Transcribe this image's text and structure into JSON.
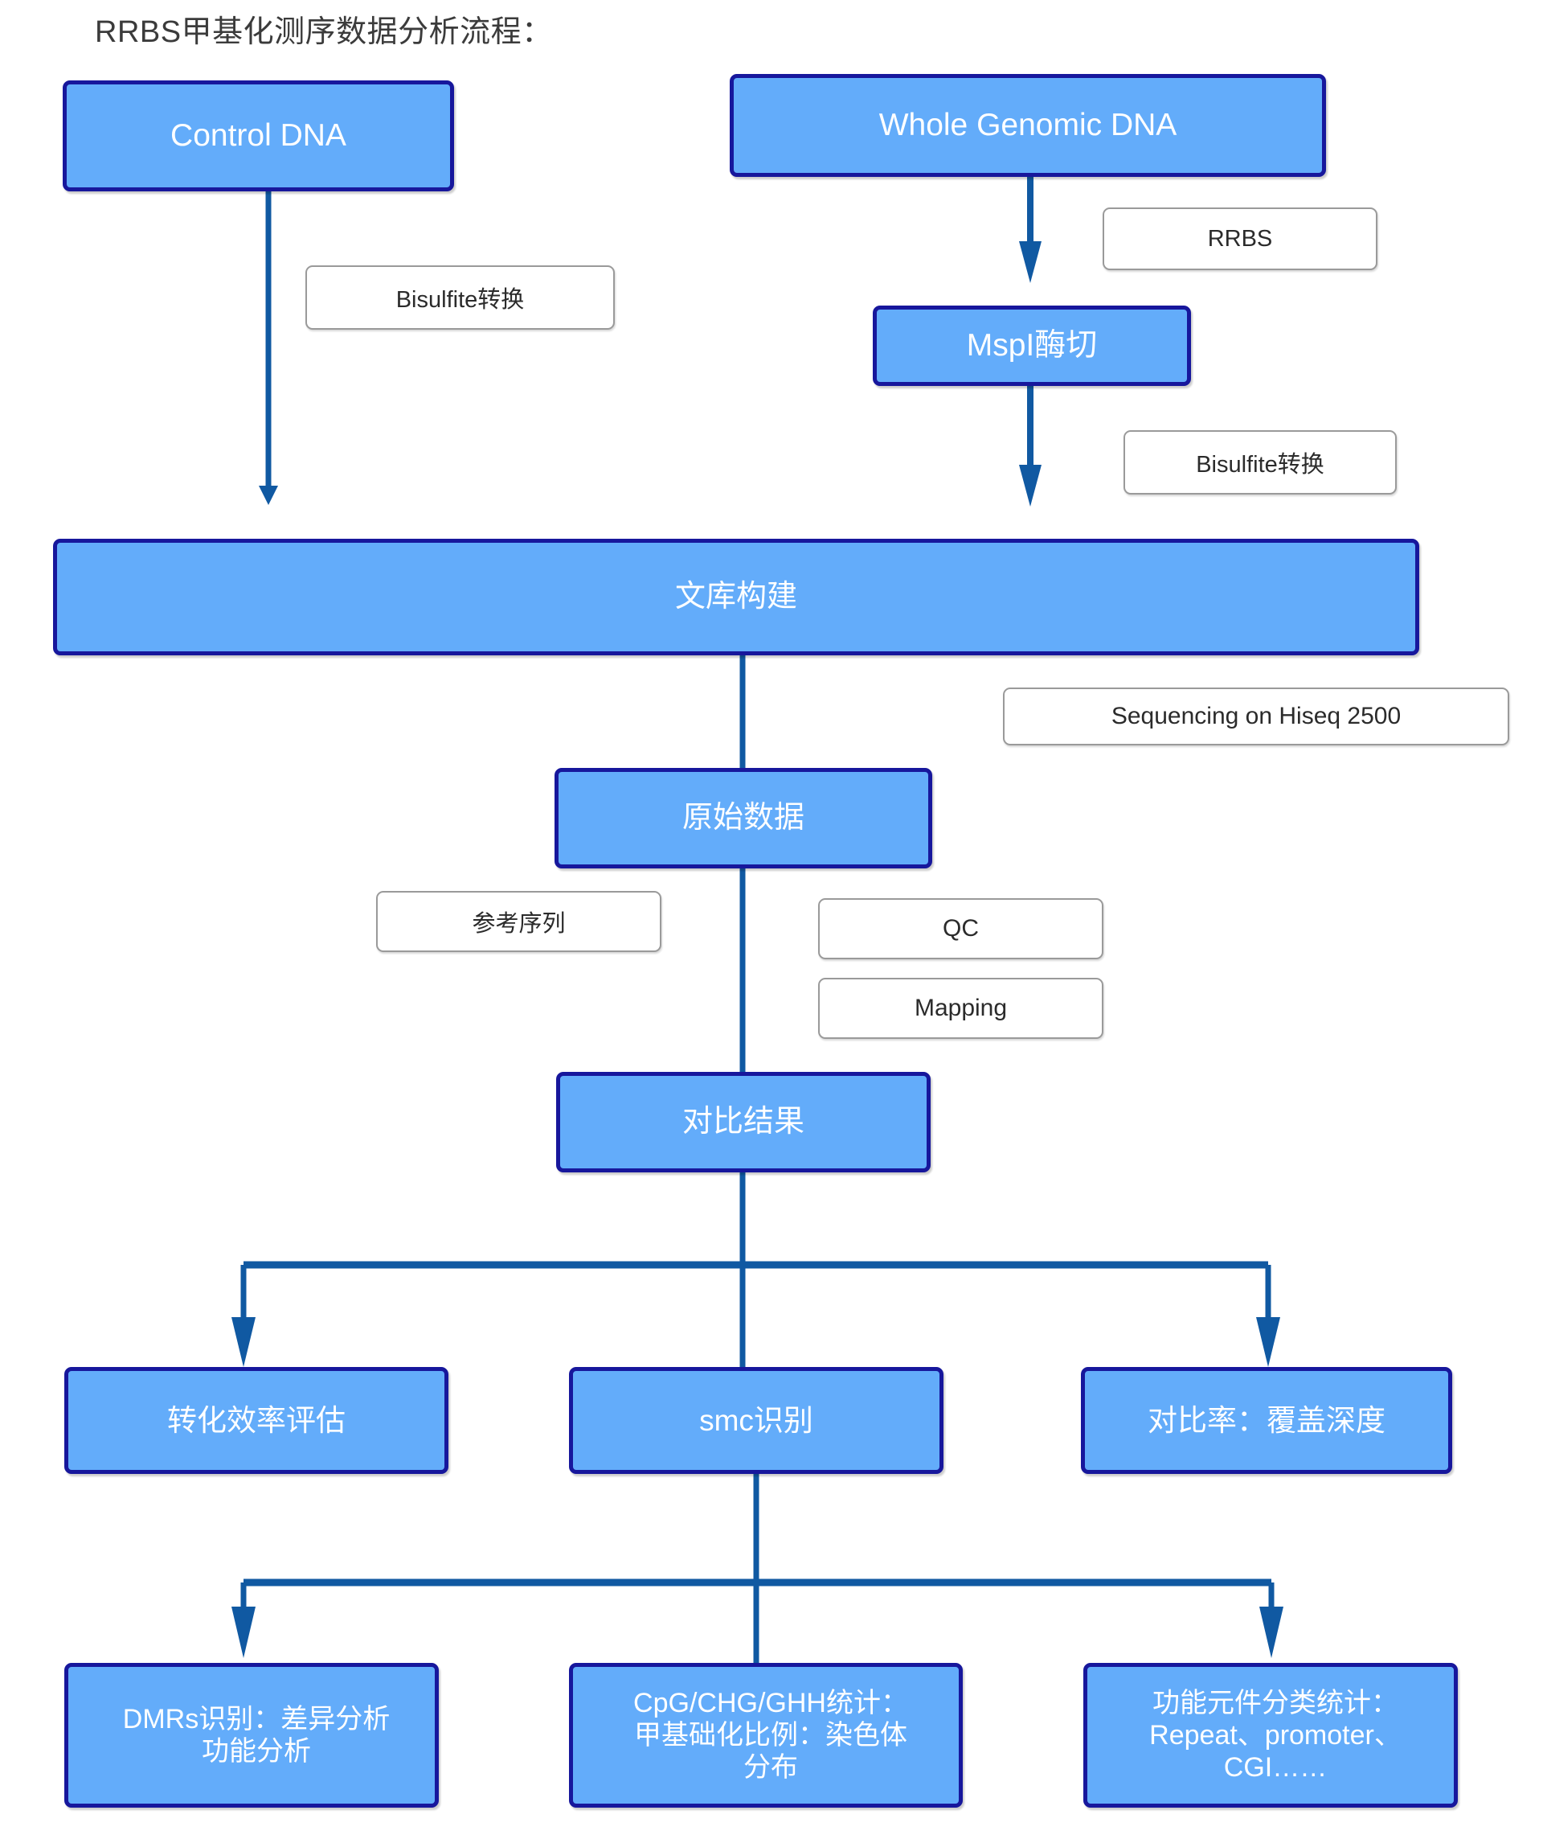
{
  "title": "RRBS甲基化测序数据分析流程：",
  "colors": {
    "node_fill": "#63ACFA",
    "node_border": "#17179c",
    "node_text": "#ffffff",
    "label_border": "#9a9a9a",
    "label_text": "#2b2b2b",
    "connector": "#1059a2",
    "background": "#ffffff"
  },
  "nodes": {
    "control_dna": "Control DNA",
    "whole_genomic_dna": "Whole Genomic DNA",
    "mspi_digestion": "MspI酶切",
    "library_construction": "文库构建",
    "raw_data": "原始数据",
    "alignment_result": "对比结果",
    "conversion_efficiency": "转化效率评估",
    "smc_identification": "smc识别",
    "mapping_rate_depth": "对比率：覆盖深度",
    "dmrs_line1": "DMRs识别：差异分析",
    "dmrs_line2": "功能分析",
    "cpg_line1": "CpG/CHG/GHH统计：",
    "cpg_line2": "甲基础化比例：染色体",
    "cpg_line3": "分布",
    "func_elem_line1": "功能元件分类统计：",
    "func_elem_line2": "Repeat、promoter、",
    "func_elem_line3": "CGI……"
  },
  "labels": {
    "bisulfite_left": "Bisulfite转换",
    "rrbs": "RRBS",
    "bisulfite_right": "Bisulfite转换",
    "sequencing": "Sequencing on Hiseq 2500",
    "reference_sequence": "参考序列",
    "qc": "QC",
    "mapping": "Mapping"
  }
}
